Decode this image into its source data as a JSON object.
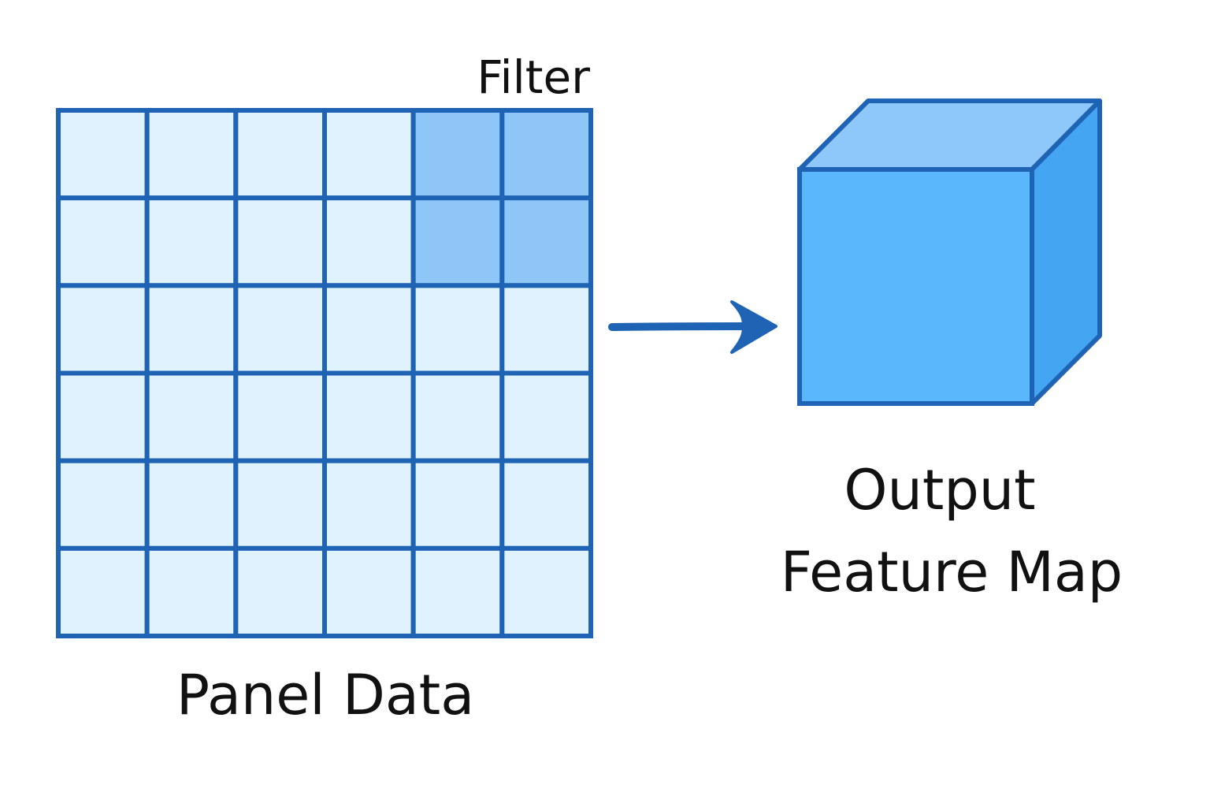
{
  "labels": {
    "filter": "Filter",
    "panel_data": "Panel Data",
    "output_line1": "Output",
    "output_line2": "Feature Map"
  },
  "grid": {
    "rows": 6,
    "cols": 6,
    "filter_cells": [
      [
        0,
        4
      ],
      [
        0,
        5
      ],
      [
        1,
        4
      ],
      [
        1,
        5
      ]
    ]
  },
  "colors": {
    "stroke": "#1f63b5",
    "cell_fill": "#dff2fd",
    "filter_fill": "#8ec6f7",
    "cube_front": "#5bb7fb",
    "cube_top": "#8ec7f9",
    "cube_side": "#44a6f2",
    "arrow": "#1f63b5"
  },
  "icons": {
    "arrow": "right-arrow-icon",
    "output": "cube-icon"
  }
}
